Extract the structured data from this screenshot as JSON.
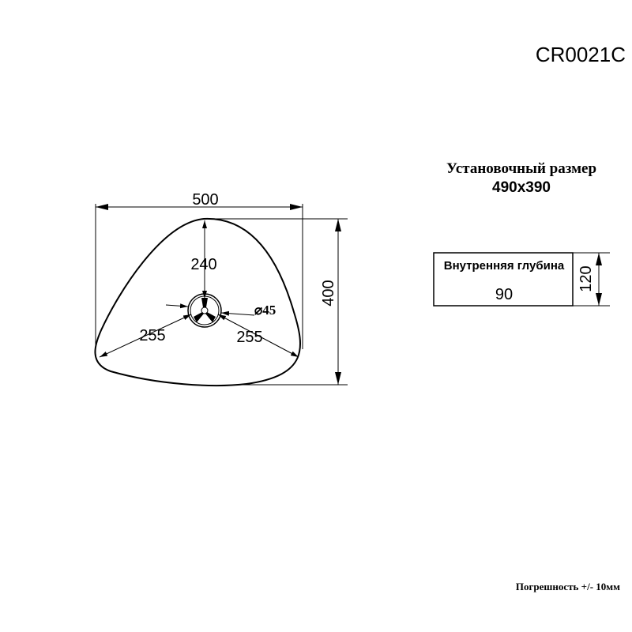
{
  "model_code": "CR0021C",
  "installation": {
    "title": "Установочный размер",
    "value": "490x390"
  },
  "dimensions": {
    "width": "500",
    "height": "400",
    "drain_offset": "240",
    "left_diagonal": "255",
    "right_diagonal": "255",
    "drain_diameter": "⌀45"
  },
  "depth": {
    "label": "Внутренняя глубина",
    "inner_value": "90",
    "total_value": "120"
  },
  "tolerance": "Погрешность +/- 10мм",
  "colors": {
    "line": "#000000",
    "background": "#ffffff"
  }
}
